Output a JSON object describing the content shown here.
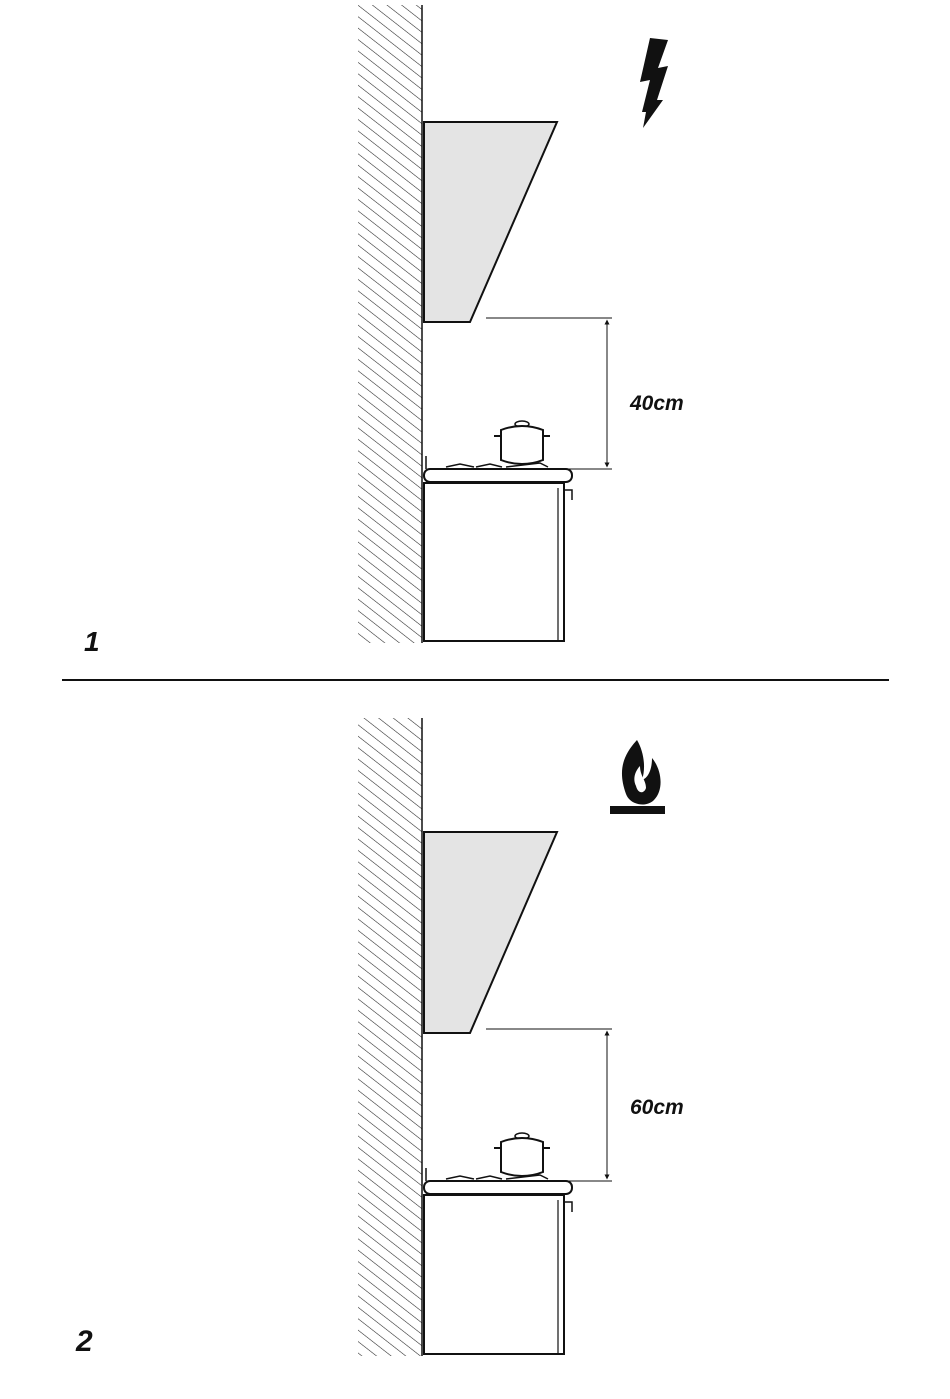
{
  "figures": [
    {
      "number": "1",
      "distance": "40cm",
      "symbol": "lightning-icon"
    },
    {
      "number": "2",
      "distance": "60cm",
      "symbol": "flame-icon"
    }
  ],
  "colors": {
    "line": "#111111",
    "hood_fill": "#e4e4e4",
    "wall_hatch": "#222222",
    "background": "#ffffff"
  }
}
